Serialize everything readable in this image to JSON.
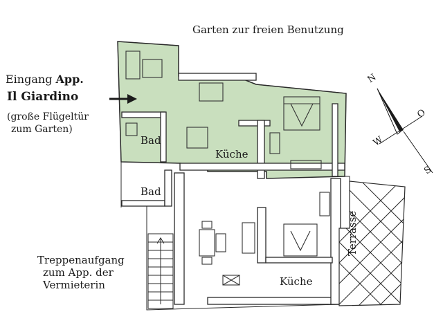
{
  "labels": {
    "garden": "Garten zur freien Benutzung",
    "entrance_line1_prefix": "Eingang ",
    "entrance_line1_bold": "App.",
    "entrance_line2_bold": "Il Giardino",
    "entrance_note_line1": "(große Flügeltür",
    "entrance_note_line2": "zum Garten)",
    "bath_upper": "Bad",
    "kitchen_upper": "Küche",
    "bath_lower": "Bad",
    "kitchen_lower": "Küche",
    "terrace": "Terrasse",
    "stairs_line1": "Treppenaufgang",
    "stairs_line2": "zum App. der",
    "stairs_line3": "Vermieterin",
    "compass_n": "N",
    "compass_o": "O",
    "compass_s": "S",
    "compass_w": "W"
  },
  "colors": {
    "apartment_fill": "#c9dfbe",
    "wall_stroke": "#2a2a2a",
    "arrow": "#1a1a1a"
  },
  "icons": [
    "entrance-arrow-icon",
    "compass-rose-icon",
    "staircase-icon"
  ]
}
